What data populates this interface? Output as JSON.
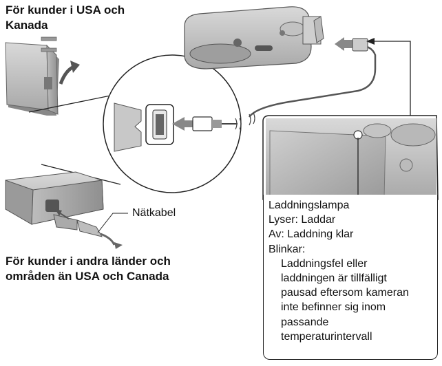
{
  "labels": {
    "usa_heading_line1": "För kunder i USA och",
    "usa_heading_line2": "Kanada",
    "other_heading_line1": "För kunder i andra länder och",
    "other_heading_line2": "områden än USA och Canada",
    "power_cord": "Nätkabel"
  },
  "charge_info": {
    "lamp_title": "Laddningslampa",
    "lit": "Lyser: Laddar",
    "off": "Av: Laddning klar",
    "blinking": "Blinkar:",
    "blink_detail": [
      "Laddningsfel eller",
      "laddningen är tillfälligt",
      "pausad eftersom kameran",
      "inte befinner sig inom",
      "passande",
      "temperaturintervall"
    ]
  }
}
